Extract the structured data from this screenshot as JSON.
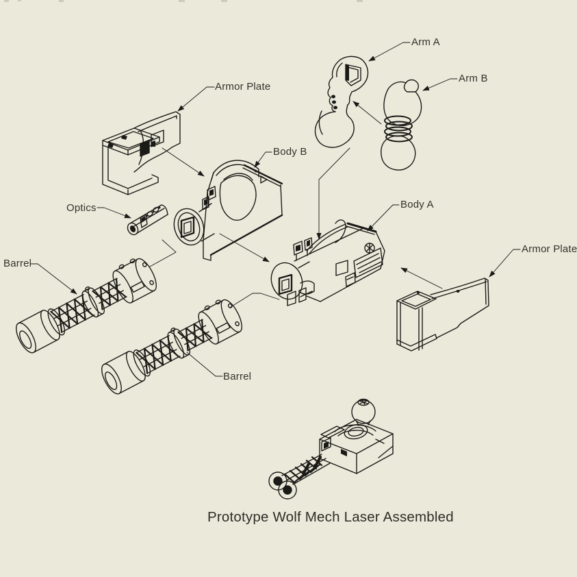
{
  "drawing": {
    "caption": "Prototype Wolf Mech Laser Assembled",
    "background_color": "#EBE9DA",
    "line_color": "#1A1A17",
    "text_color": "#32322B"
  },
  "labels": [
    {
      "part": "armor-plate-left",
      "text": "Armor Plate"
    },
    {
      "part": "body-b",
      "text": "Body B"
    },
    {
      "part": "optics",
      "text": "Optics"
    },
    {
      "part": "barrel-left",
      "text": "Barrel"
    },
    {
      "part": "arm-a",
      "text": "Arm A"
    },
    {
      "part": "arm-b",
      "text": "Arm B"
    },
    {
      "part": "body-a",
      "text": "Body A"
    },
    {
      "part": "armor-plate-right",
      "text": "Armor Plate"
    },
    {
      "part": "barrel-lower",
      "text": "Barrel"
    }
  ]
}
